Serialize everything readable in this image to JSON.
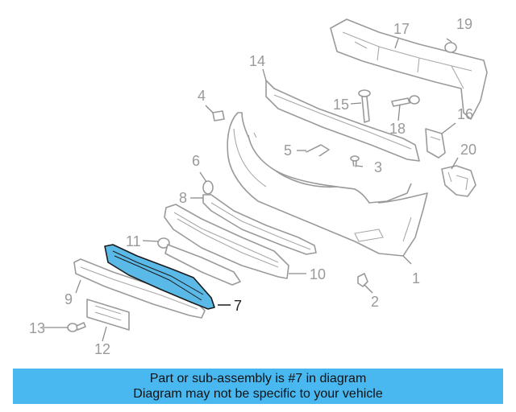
{
  "callouts": [
    "1",
    "2",
    "3",
    "4",
    "5",
    "6",
    "7",
    "8",
    "9",
    "10",
    "11",
    "12",
    "13",
    "14",
    "15",
    "16",
    "17",
    "18",
    "19",
    "20"
  ],
  "highlight": {
    "part_number": "7",
    "color": "#5bb9e8"
  },
  "footer": {
    "line1": "Part or sub-assembly is #7 in diagram",
    "line2": "Diagram may not be specific to your vehicle",
    "background": "#4ab8f0"
  }
}
